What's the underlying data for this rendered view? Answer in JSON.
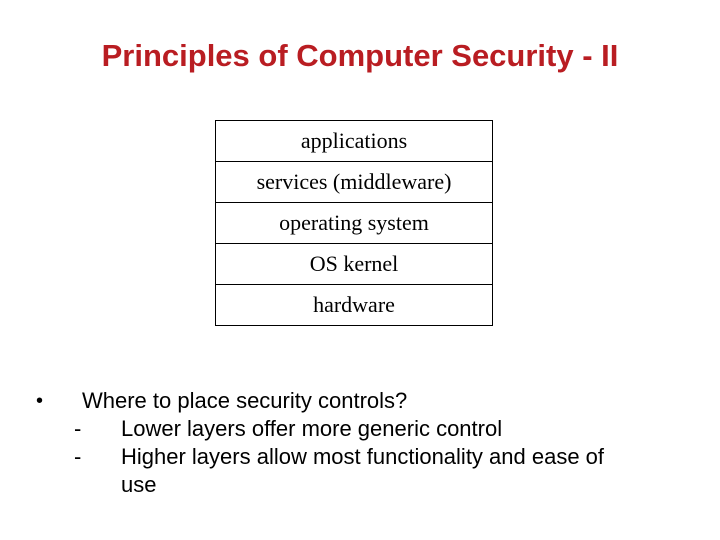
{
  "slide": {
    "title": "Principles of Computer Security - II",
    "title_color": "#B91D22",
    "background_color": "#FFFFFF",
    "text_color": "#000000"
  },
  "layer_stack": {
    "rows": [
      "applications",
      "services (middleware)",
      "operating system",
      "OS kernel",
      "hardware"
    ]
  },
  "bullets": {
    "bullet_glyph": "•",
    "dash_glyph": "-",
    "item": "Where to place security controls?",
    "sub_items": [
      "Lower layers offer more generic control",
      "Higher layers allow most functionality and ease of use"
    ]
  }
}
